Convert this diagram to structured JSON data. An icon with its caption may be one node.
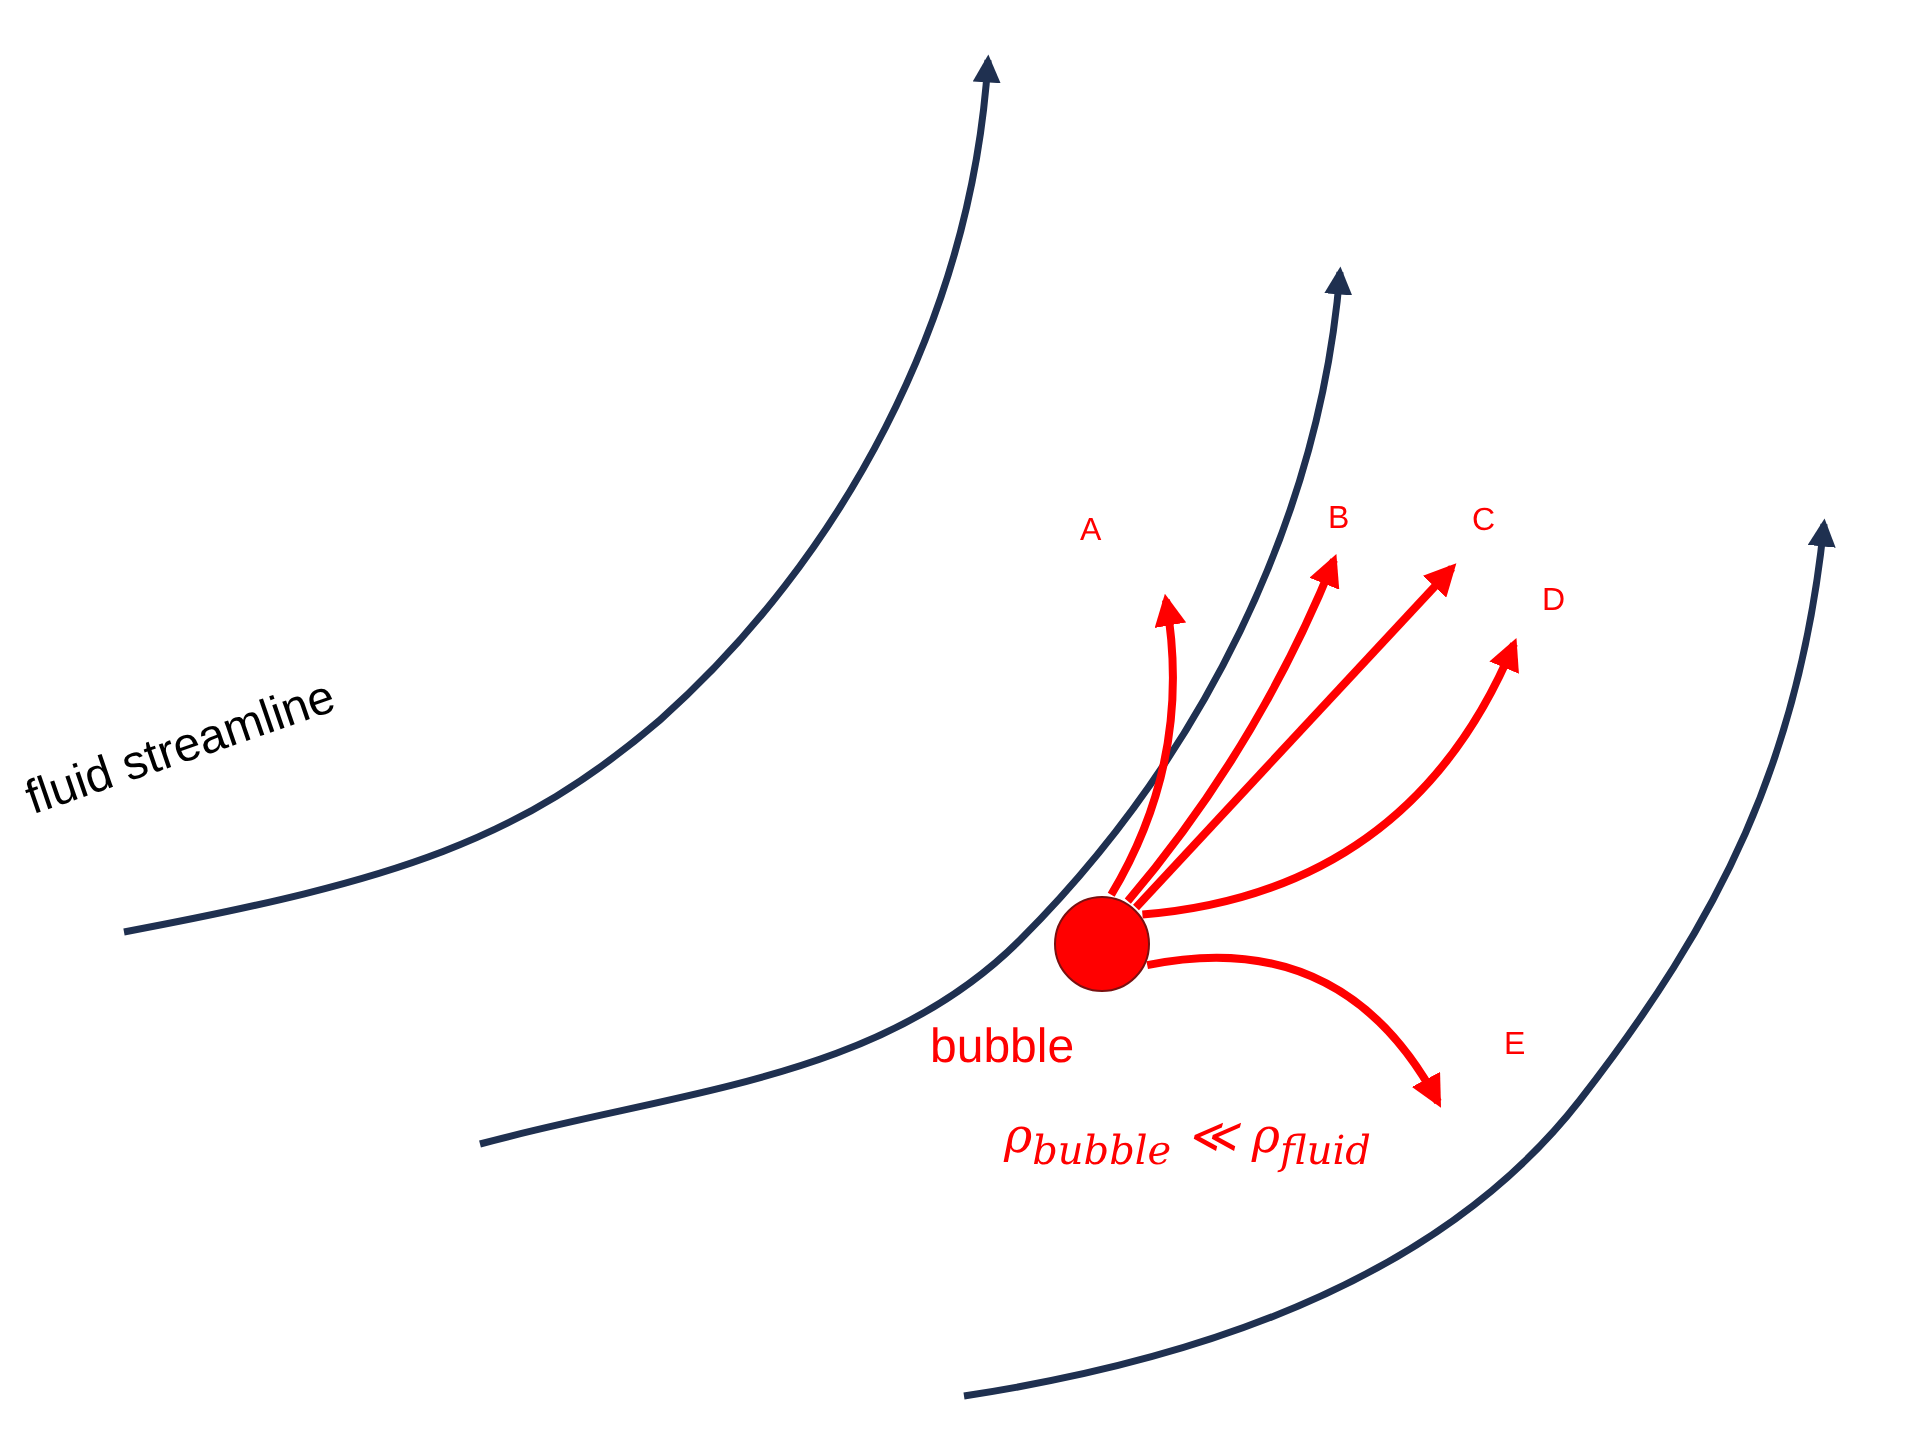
{
  "diagram": {
    "nodes": [
      {
        "text": [],
        "shape": "circle",
        "beside": [
          "bubble",
          "ρ$_{bubble}$ ≪ ρ$_{fluid}$"
        ]
      },
      {
        "text": [
          "A"
        ]
      },
      {
        "text": [
          "B"
        ]
      },
      {
        "text": [
          "C"
        ]
      },
      {
        "text": [
          "D"
        ]
      },
      {
        "text": [
          "E"
        ]
      }
    ],
    "edges": [
      {
        "from": 0,
        "to": 1,
        "arrow": "to"
      },
      {
        "from": 0,
        "to": 2,
        "arrow": "to"
      },
      {
        "from": 0,
        "to": 3,
        "arrow": "to"
      },
      {
        "from": 0,
        "to": 4,
        "arrow": "to"
      },
      {
        "from": 0,
        "to": 5,
        "arrow": "to"
      }
    ],
    "labels": [
      "fluid streamline"
    ]
  }
}
